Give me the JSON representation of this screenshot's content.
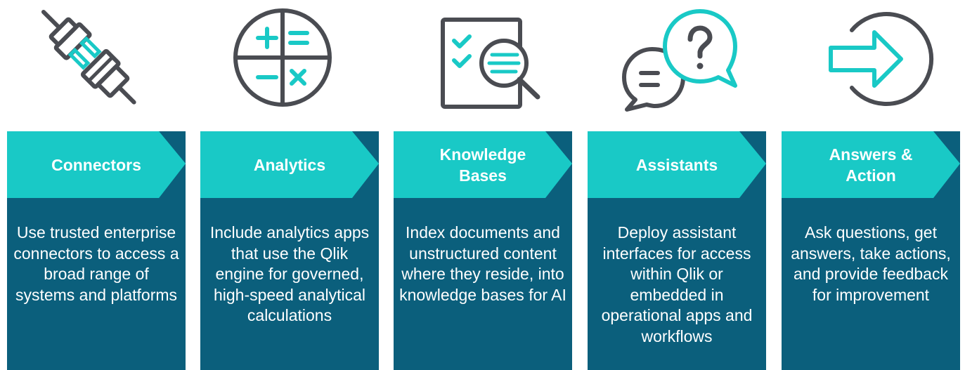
{
  "colors": {
    "teal": "#19c9c6",
    "navy": "#0b5f7c",
    "gray": "#4a4c52"
  },
  "steps": [
    {
      "icon": "plug-connector-icon",
      "title": "Connectors",
      "description": "Use trusted enterprise connectors to access a broad range of systems and platforms"
    },
    {
      "icon": "calculator-symbols-icon",
      "title": "Analytics",
      "description": "Include analytics apps that use the Qlik engine for governed, high-speed analytical calculations"
    },
    {
      "icon": "document-search-icon",
      "title": "Knowledge\nBases",
      "description": "Index documents and unstructured content where they reside, into knowledge bases for AI"
    },
    {
      "icon": "chat-question-icon",
      "title": "Assistants",
      "description": "Deploy assistant interfaces for access within Qlik or embedded in operational apps and workflows"
    },
    {
      "icon": "arrow-circle-icon",
      "title": "Answers &\nAction",
      "description": "Ask questions, get answers, take actions, and provide feedback for improvement"
    }
  ]
}
